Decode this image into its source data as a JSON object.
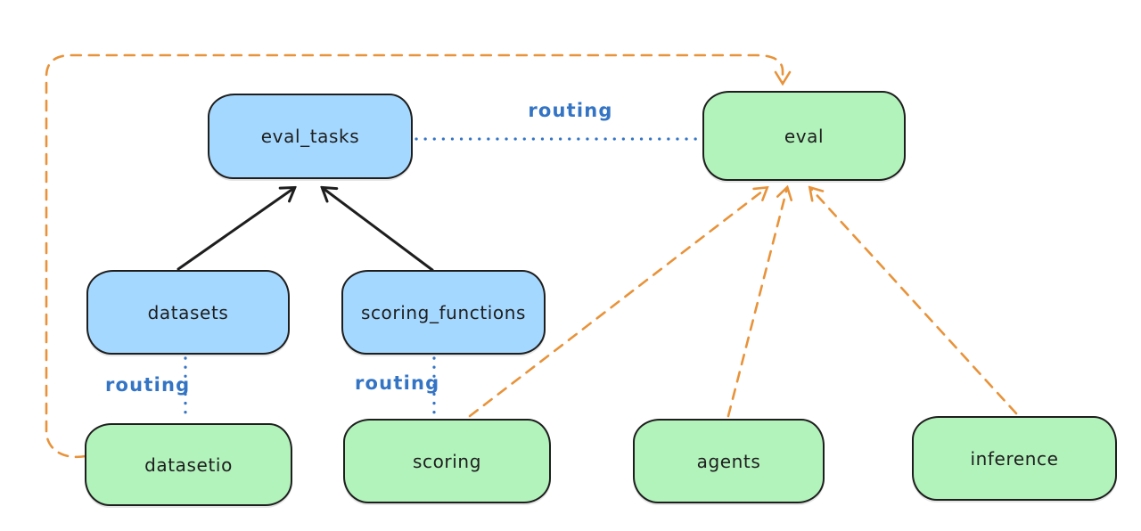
{
  "diagram": {
    "nodes": {
      "eval_tasks": {
        "label": "eval_tasks",
        "fill": "blue"
      },
      "eval": {
        "label": "eval",
        "fill": "green"
      },
      "datasets": {
        "label": "datasets",
        "fill": "blue"
      },
      "scoring_functions": {
        "label": "scoring_functions",
        "fill": "blue"
      },
      "datasetio": {
        "label": "datasetio",
        "fill": "green"
      },
      "scoring": {
        "label": "scoring",
        "fill": "green"
      },
      "agents": {
        "label": "agents",
        "fill": "green"
      },
      "inference": {
        "label": "inference",
        "fill": "green"
      }
    },
    "edges": [
      {
        "from": "datasets",
        "to": "eval_tasks",
        "style": "solid",
        "color": "black",
        "arrow": true,
        "label": ""
      },
      {
        "from": "scoring_functions",
        "to": "eval_tasks",
        "style": "solid",
        "color": "black",
        "arrow": true,
        "label": ""
      },
      {
        "from": "eval_tasks",
        "to": "eval",
        "style": "dotted",
        "color": "blue",
        "arrow": false,
        "label": "routing"
      },
      {
        "from": "datasets",
        "to": "datasetio",
        "style": "dotted",
        "color": "blue",
        "arrow": false,
        "label": "routing"
      },
      {
        "from": "scoring_functions",
        "to": "scoring",
        "style": "dotted",
        "color": "blue",
        "arrow": false,
        "label": "routing"
      },
      {
        "from": "datasetio",
        "to": "eval",
        "style": "dashed",
        "color": "orange",
        "arrow": true,
        "label": ""
      },
      {
        "from": "scoring",
        "to": "eval",
        "style": "dashed",
        "color": "orange",
        "arrow": true,
        "label": ""
      },
      {
        "from": "agents",
        "to": "eval",
        "style": "dashed",
        "color": "orange",
        "arrow": true,
        "label": ""
      },
      {
        "from": "inference",
        "to": "eval",
        "style": "dashed",
        "color": "orange",
        "arrow": true,
        "label": ""
      }
    ]
  },
  "colors": {
    "node_blue_fill": "#a5d8ff",
    "node_green_fill": "#b2f2bb",
    "stroke_dark": "#1e1e1e",
    "routing_blue": "#3474c4",
    "arrow_orange": "#e8933a",
    "background": "#ffffff"
  }
}
